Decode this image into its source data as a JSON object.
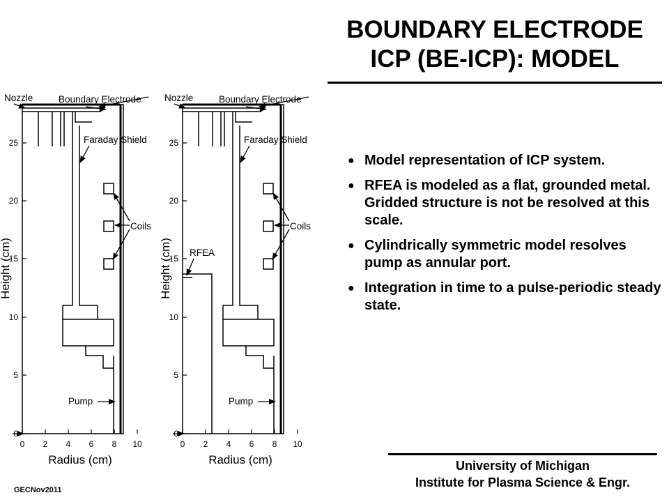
{
  "title": {
    "line1": "BOUNDARY ELECTRODE",
    "line2": "ICP (BE-ICP): MODEL"
  },
  "bullets": [
    "Model representation of ICP system.",
    "RFEA is modeled as a flat, grounded metal.  Gridded structure is not be resolved at this scale.",
    "Cylindrically symmetric model resolves pump as annular port.",
    "Integration in time to a pulse-periodic steady state."
  ],
  "bullet_glyph": "●",
  "footer": {
    "line1": "University of Michigan",
    "line2": "Institute for Plasma Science & Engr."
  },
  "footnote": "GECNov2011",
  "diagrams": [
    {
      "id": "left",
      "labels": {
        "nozzle": "Nozzle",
        "boundary_electrode": "Boundary Electrode",
        "faraday_shield": "Faraday Shield",
        "coils": "Coils",
        "pump": "Pump"
      },
      "xlabel": "Radius (cm)",
      "ylabel": "Height (cm)",
      "xticks": [
        "0",
        "2",
        "4",
        "6",
        "8",
        "10"
      ],
      "yticks": [
        "0",
        "5",
        "10",
        "15",
        "20",
        "25"
      ]
    },
    {
      "id": "right",
      "labels": {
        "nozzle": "Nozzle",
        "boundary_electrode": "Boundary Electrode",
        "faraday_shield": "Faraday Shield",
        "coils": "Coils",
        "pump": "Pump",
        "rfea": "RFEA"
      },
      "xlabel": "Radius (cm)",
      "ylabel": "Height (cm)",
      "xticks": [
        "0",
        "2",
        "4",
        "6",
        "8",
        "10"
      ],
      "yticks": [
        "0",
        "5",
        "10",
        "15",
        "20",
        "25"
      ]
    }
  ]
}
